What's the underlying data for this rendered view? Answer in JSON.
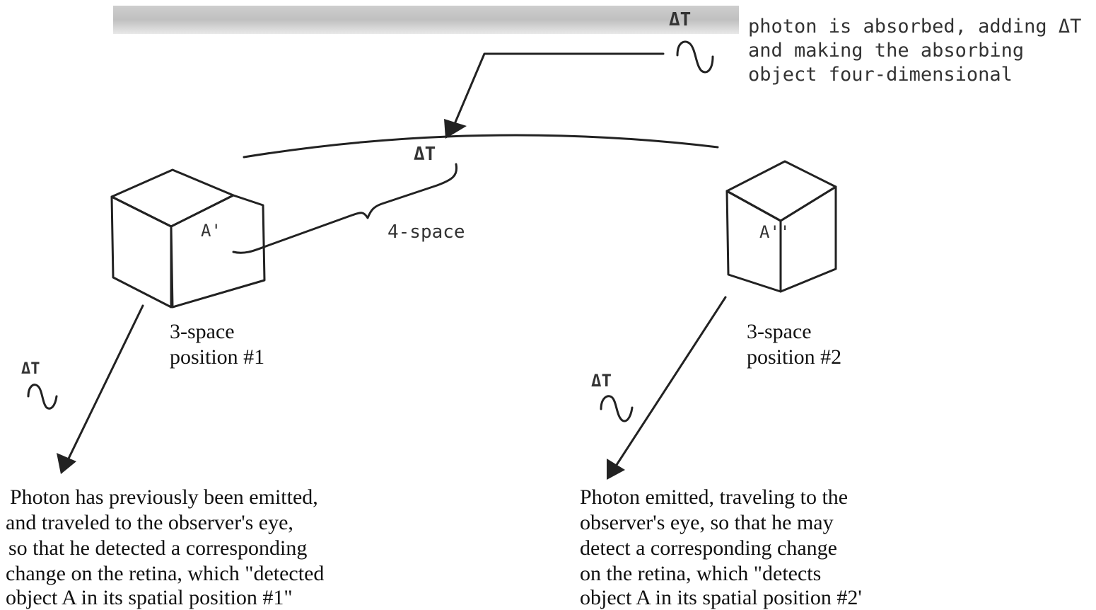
{
  "top_right_note": {
    "delta_t": "ΔT",
    "lines": [
      "photon is absorbed, adding  ΔT",
      "and making the absorbing",
      "object four-dimensional"
    ]
  },
  "center": {
    "delta_t": "ΔT",
    "four_space_label": "4-space"
  },
  "cube_left": {
    "label": "A'",
    "caption": [
      "3-space",
      "position #1"
    ]
  },
  "cube_right": {
    "label": "A''",
    "caption": [
      "3-space",
      "position #2"
    ]
  },
  "left_photon": {
    "delta_t": "ΔT"
  },
  "right_photon": {
    "delta_t": "ΔT"
  },
  "bottom_left_text": [
    "Photon has previously been emitted,",
    "and traveled to the observer's eye,",
    "so that he detected a corresponding",
    "change on the retina, which \"detected",
    "object A in its spatial position #1\""
  ],
  "bottom_right_text": [
    "Photon emitted, traveling to the",
    "observer's eye, so that he may",
    "detect a corresponding change",
    "on the retina, which \"detects",
    "object A in its spatial position #2'"
  ]
}
